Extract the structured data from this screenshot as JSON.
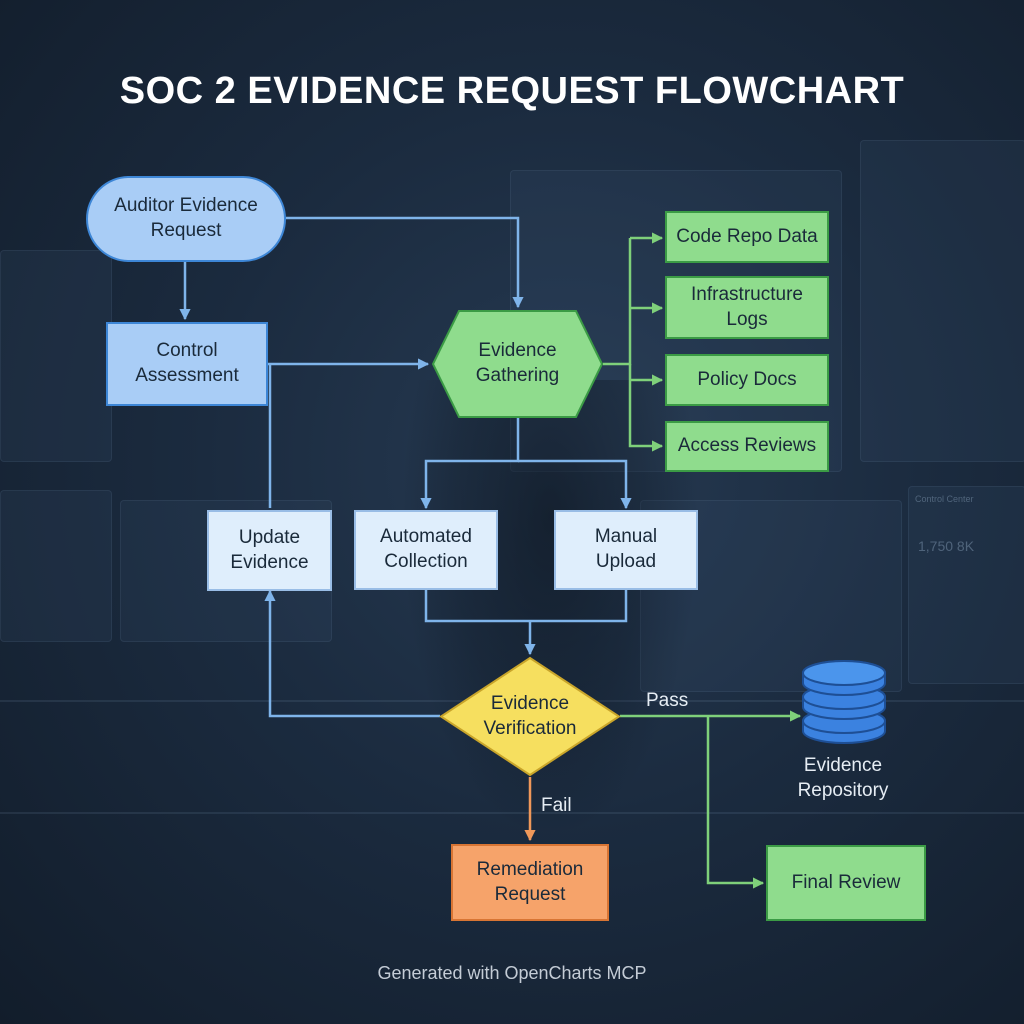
{
  "title": "SOC 2 EVIDENCE REQUEST FLOWCHART",
  "nodes": {
    "auditor_request": "Auditor Evidence\nRequest",
    "control_assessment": "Control\nAssessment",
    "evidence_gathering": "Evidence\nGathering",
    "code_repo_data": "Code Repo Data",
    "infrastructure_logs": "Infrastructure\nLogs",
    "policy_docs": "Policy Docs",
    "access_reviews": "Access Reviews",
    "update_evidence": "Update\nEvidence",
    "automated_collection": "Automated\nCollection",
    "manual_upload": "Manual\nUpload",
    "evidence_verification": "Evidence\nVerification",
    "evidence_repository": "Evidence\nRepository",
    "remediation_request": "Remediation\nRequest",
    "final_review": "Final Review"
  },
  "edge_labels": {
    "pass": "Pass",
    "fail": "Fail"
  },
  "background_screen_text": {
    "panel_title": "Control Center",
    "readout": "1,750 8K"
  },
  "footer": "Generated with OpenCharts MCP",
  "colors": {
    "background": "#1b2b3f",
    "start_blue": "#a9cdf6",
    "process_pale": "#dfeefc",
    "source_green": "#8fdc8d",
    "decision_yellow": "#f6df5f",
    "remediation_orange": "#f6a36a",
    "database_blue": "#3b82e0",
    "flow_blue": "#7fb4ea",
    "pass_green": "#7fd07a",
    "fail_orange": "#f0985a"
  }
}
